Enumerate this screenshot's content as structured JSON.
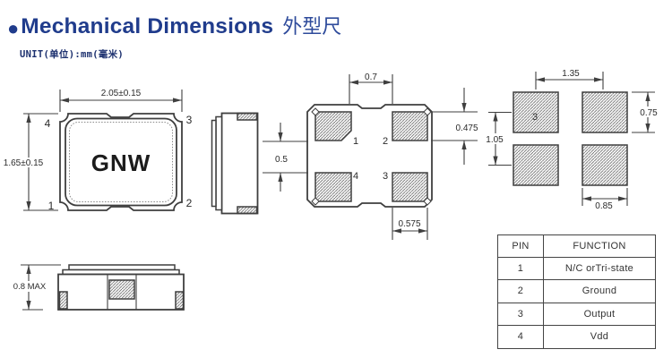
{
  "colors": {
    "title": "#203c8c",
    "subtitle": "#2e4b9b",
    "unit_text": "#1b2f6e",
    "drawing_line": "#3f3f3f"
  },
  "header": {
    "bullet": "●",
    "title": "Mechanical Dimensions",
    "subtitle": "外型尺",
    "unit_label": "UNIT(单位):mm(毫米)"
  },
  "top_view": {
    "part_label": "GNW",
    "width_dim": "2.05±0.15",
    "height_dim": "1.65±0.15",
    "pin_top_left": "4",
    "pin_top_right": "3",
    "pin_bottom_left": "1",
    "pin_bottom_right": "2"
  },
  "bottom_view": {
    "pad_gap_dim": "0.7",
    "row_gap_dim": "0.5",
    "pad_height_dim": "0.475",
    "pad_width_dim": "0.575",
    "pin_top_left": "1",
    "pin_top_right": "2",
    "pin_bottom_left": "4",
    "pin_bottom_right": "3"
  },
  "land_pattern": {
    "h_pitch_dim": "1.35",
    "pad_height_dim": "0.75",
    "v_pitch_dim": "1.05",
    "pad_width_dim": "0.85",
    "pad_label": "3"
  },
  "profile_view": {
    "height_dim": "0.8 MAX"
  },
  "pin_table": {
    "headers": [
      "PIN",
      "FUNCTION"
    ],
    "rows": [
      [
        "1",
        "N/C orTri-state"
      ],
      [
        "2",
        "Ground"
      ],
      [
        "3",
        "Output"
      ],
      [
        "4",
        "Vdd"
      ]
    ]
  }
}
